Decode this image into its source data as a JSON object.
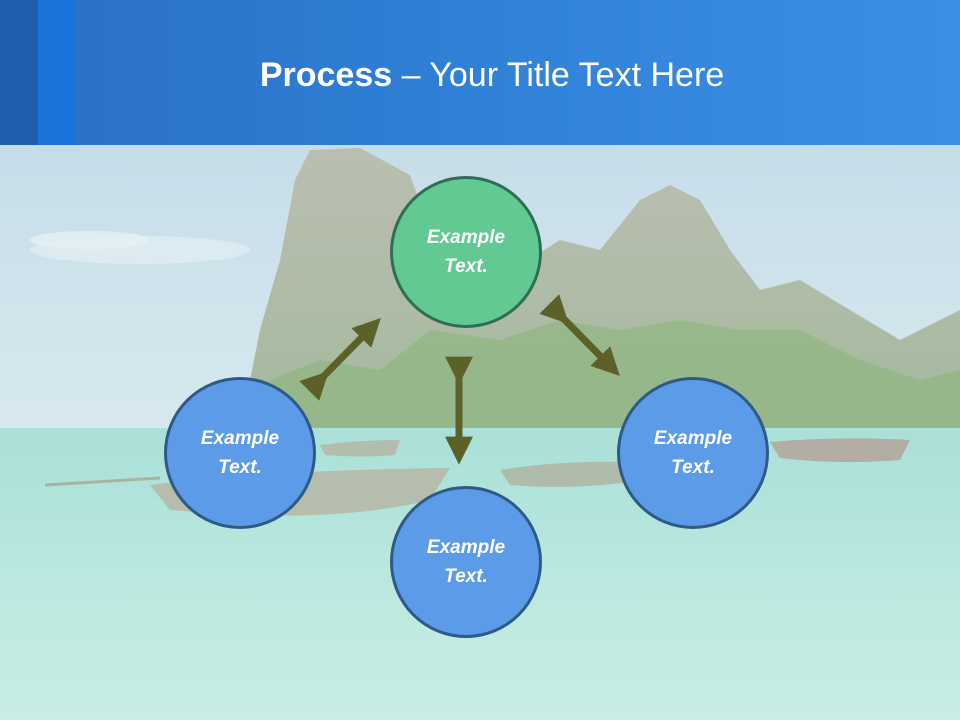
{
  "title": {
    "bold": "Process",
    "dash": " – ",
    "rest": "Your Title Text Here"
  },
  "nodes": {
    "top": "Example Text.",
    "left": "Example Text.",
    "right": "Example Text.",
    "bottom": "Example Text."
  },
  "colors": {
    "header": "#2f7fd6",
    "node_blue": "#5b9be8",
    "node_green": "#62c992",
    "arrow": "#5c6128"
  }
}
